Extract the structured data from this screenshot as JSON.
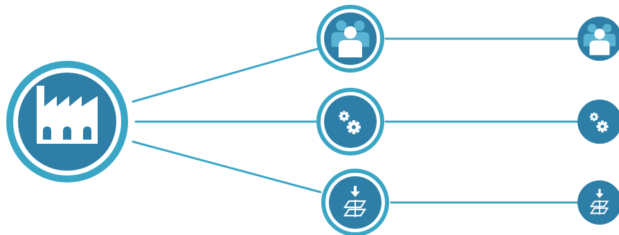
{
  "colors": {
    "line": "#3aa6c6",
    "ring": "#3aa6c6",
    "disc": "#2e7fa8",
    "icon_primary": "#ffffff",
    "icon_accent": "#59b4d3",
    "background": "#ffffff"
  },
  "nodes": [
    {
      "id": "factory",
      "icon": "factory-icon"
    },
    {
      "id": "people-mid",
      "icon": "people-icon"
    },
    {
      "id": "gears-mid",
      "icon": "gears-icon"
    },
    {
      "id": "install-mid",
      "icon": "install-icon"
    },
    {
      "id": "people-right",
      "icon": "people-icon"
    },
    {
      "id": "gears-right",
      "icon": "gears-icon"
    },
    {
      "id": "install-right",
      "icon": "install-icon"
    }
  ],
  "connections": [
    {
      "from": "factory",
      "to": "people-mid"
    },
    {
      "from": "factory",
      "to": "gears-mid"
    },
    {
      "from": "factory",
      "to": "install-mid"
    },
    {
      "from": "people-mid",
      "to": "people-right"
    },
    {
      "from": "gears-mid",
      "to": "gears-right"
    },
    {
      "from": "install-mid",
      "to": "install-right"
    }
  ]
}
